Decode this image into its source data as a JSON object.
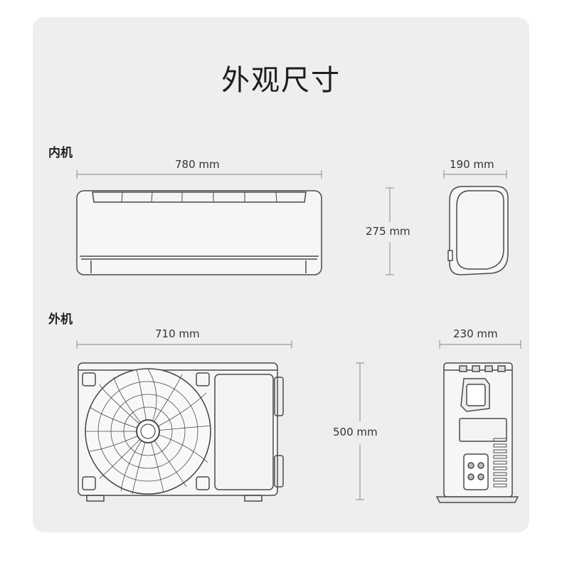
{
  "title": "外观尺寸",
  "indoor": {
    "label": "内机",
    "width": "780 mm",
    "depth": "190 mm",
    "height": "275 mm"
  },
  "outdoor": {
    "label": "外机",
    "width": "710 mm",
    "depth": "230 mm",
    "height": "500 mm"
  }
}
